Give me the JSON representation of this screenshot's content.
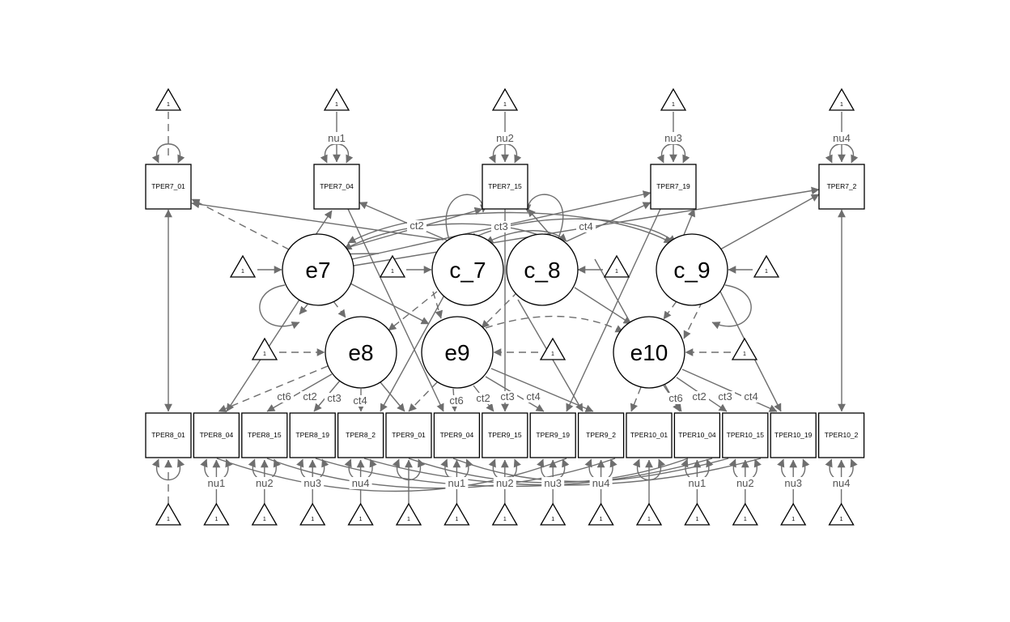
{
  "observed_top": [
    "TPER7_01",
    "TPER7_04",
    "TPER7_15",
    "TPER7_19",
    "TPER7_2"
  ],
  "observed_bottom": [
    "TPER8_01",
    "TPER8_04",
    "TPER8_15",
    "TPER8_19",
    "TPER8_2",
    "TPER9_01",
    "TPER9_04",
    "TPER9_15",
    "TPER9_19",
    "TPER9_2",
    "TPER10_01",
    "TPER10_04",
    "TPER10_15",
    "TPER10_19",
    "TPER10_2"
  ],
  "latents": [
    "e7",
    "c_7",
    "c_8",
    "c_9",
    "e8",
    "e9",
    "e10"
  ],
  "constant_label": "1",
  "intercept_labels_top": [
    "nu1",
    "nu2",
    "nu3",
    "nu4"
  ],
  "intercept_labels_bottom": [
    "nu1",
    "nu2",
    "nu3",
    "nu4",
    "nu1",
    "nu2",
    "nu3",
    "nu4",
    "nu1",
    "nu2",
    "nu3",
    "nu4"
  ],
  "loading_labels_top": [
    "ct6",
    "ct2",
    "ct3",
    "ct4"
  ],
  "loading_labels_bottom": [
    "ct6",
    "ct2",
    "ct3",
    "ct4",
    "ct6",
    "ct2",
    "ct3",
    "ct4"
  ],
  "colors": {
    "edge": "#6e6e6e",
    "outline": "#000000",
    "label": "#555555"
  }
}
